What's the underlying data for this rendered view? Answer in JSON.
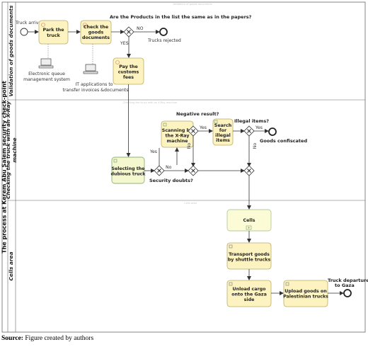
{
  "pool": {
    "label": "The process at Kerem Abu Salem security check-point"
  },
  "lanes": [
    {
      "id": "validation",
      "label_line1": "Validation of goods documents",
      "label_line2": ""
    },
    {
      "id": "xray",
      "label_line1": "Checking the truck with an X-Ray",
      "label_line2": "machine"
    },
    {
      "id": "cells",
      "label_line1": "Cells area",
      "label_line2": ""
    }
  ],
  "faint_labels": {
    "lane1_top": "Validation of goods documents",
    "lane2_top": "Checking the truck with an X-Ray machine",
    "lane3_top": "Cells area"
  },
  "tasks": [
    {
      "id": "park",
      "lines": [
        "Park the",
        "truck"
      ]
    },
    {
      "id": "check_docs",
      "lines": [
        "Check the",
        "goods",
        "documents"
      ]
    },
    {
      "id": "pay_fees",
      "lines": [
        "Pay the",
        "customs",
        "fees"
      ]
    },
    {
      "id": "scan",
      "lines": [
        "Scanning by",
        "the X-Ray",
        "machine"
      ]
    },
    {
      "id": "search",
      "lines": [
        "Search",
        "for",
        "illegal",
        "items"
      ]
    },
    {
      "id": "select",
      "lines": [
        "Selecting the",
        "dubious truck"
      ]
    },
    {
      "id": "cells",
      "lines": [
        "Cells"
      ]
    },
    {
      "id": "transport",
      "lines": [
        "Transport goods",
        "by shuttle trucks"
      ]
    },
    {
      "id": "unload",
      "lines": [
        "Unload cargo",
        "onto the Gaza",
        "side"
      ]
    },
    {
      "id": "upload",
      "lines": [
        "Upload goods on",
        "Palestinian trucks"
      ]
    }
  ],
  "events": {
    "truck_arrival": "Truck arrival",
    "trucks_rejected": "Trucks rejected",
    "goods_confiscated": "Goods confiscated",
    "truck_departures_line1": "Truck departures",
    "truck_departures_line2": "to Gaza"
  },
  "questions": {
    "products_same": "Are the Products in the list the same as in the papers?",
    "negative_result": "Negative result?",
    "illegal_items": "Illegal items?",
    "security_doubts": "Security doubts?"
  },
  "flow_labels": {
    "no": "NO",
    "yes": "YES",
    "yes_scan": "Yes",
    "no_scan": "No",
    "yes_select": "Yes",
    "no_select": "No",
    "yes_illegal": "Yes",
    "no_illegal": "No"
  },
  "artifacts": {
    "queue_line1": "Electronic queue",
    "queue_line2": "management system",
    "it_line1": "IT applications to",
    "it_line2": "transfer invoices &documents"
  },
  "source": {
    "label": "Source:",
    "text": "Figure created by authors"
  },
  "colors": {
    "task_fill": "#fdf3c0",
    "task_stroke": "#b9ad6c",
    "cells_fill": "#fbfbd6",
    "cells_stroke": "#b8c8a3",
    "select_fill": "#f5f7cf",
    "select_stroke": "#8fb07a",
    "line": "#333333"
  }
}
